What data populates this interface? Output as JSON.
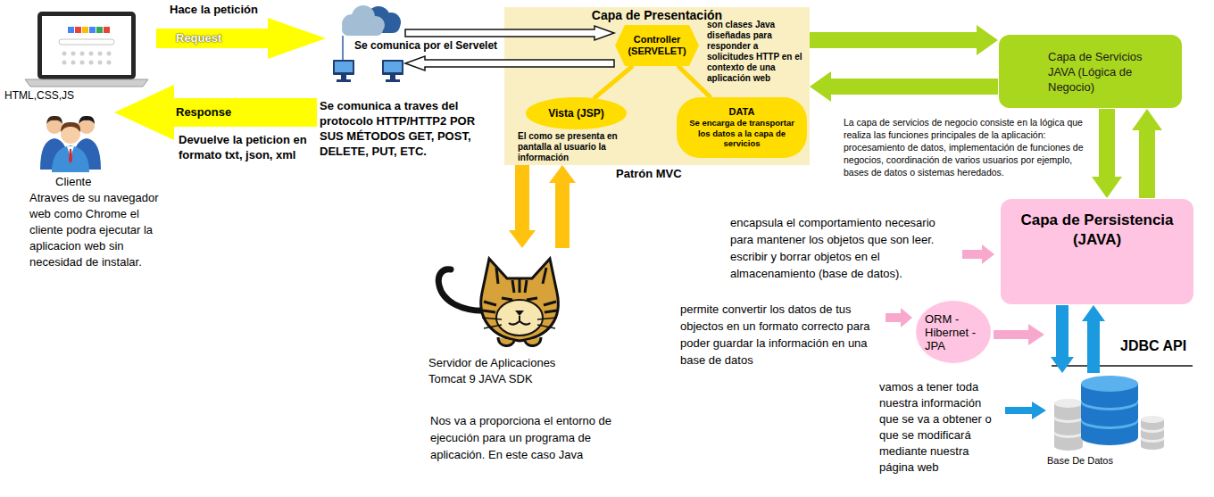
{
  "diagram": {
    "nodes": [
      {
        "text": [
          "Se comunica por el Servelet"
        ]
      },
      {
        "text": [
          "Capa de Presentación"
        ]
      },
      {
        "text": [
          "Controller (SERVELET)"
        ],
        "in": 1
      },
      {
        "text": [
          "Vista (JSP)"
        ],
        "in": 1
      },
      {
        "text": [
          "DATA",
          "Se encarga de transportar los datos a la capa de servicios"
        ],
        "in": 1
      },
      {
        "text": [
          "Capa de Servicios JAVA (Lógica de Negocio)"
        ]
      },
      {
        "text": [
          "Capa de Persistencia (JAVA)"
        ]
      },
      {
        "text": [
          "ORM -Hibernet -JPA"
        ]
      },
      {
        "text": [
          "Servidor de Aplicaciones Tomcat 9 JAVA SDK"
        ]
      },
      {
        "text": [
          "Base De Datos"
        ]
      }
    ],
    "edges": [
      {
        "from": 0,
        "to": 2,
        "arrow": "to"
      },
      {
        "from": 2,
        "to": 0,
        "arrow": "to"
      },
      {
        "from": 2,
        "to": 3,
        "arrow": "none"
      },
      {
        "from": 2,
        "to": 4,
        "arrow": "none"
      },
      {
        "from": 1,
        "to": 5,
        "arrow": "to"
      },
      {
        "from": 5,
        "to": 1,
        "arrow": "to"
      },
      {
        "from": 1,
        "to": 8,
        "arrow": "to"
      },
      {
        "from": 8,
        "to": 1,
        "arrow": "to"
      },
      {
        "from": 5,
        "to": 6,
        "arrow": "to"
      },
      {
        "from": 6,
        "to": 5,
        "arrow": "to"
      },
      {
        "from": 6,
        "to": 9,
        "arrow": "to"
      },
      {
        "from": 9,
        "to": 6,
        "arrow": "to"
      }
    ],
    "labels": [
      "Hace la petición",
      "Request",
      "HTML,CSS,JS",
      "Response",
      "Devuelve la peticion en formato txt, json, xml",
      "Cliente",
      "Atraves de su navegador web como Chrome el cliente podra ejecutar la aplicacion web sin necesidad de instalar.",
      "Se comunica a traves del protocolo HTTP/HTTP2 POR SUS MÉTODOS GET, POST, DELETE, PUT, ETC.",
      "son clases Java diseñadas para responder a solicitudes HTTP en el contexto de una aplicación web",
      "El como se presenta en pantalla al usuario la información",
      "Patrón MVC",
      "La capa de servicios de negocio consiste en la lógica que realiza las funciones principales de la aplicación: procesamiento de datos, implementación de funciones de negocios, coordinación de varios usuarios por ejemplo, bases de datos o sistemas heredados.",
      "encapsula el comportamiento necesario para mantener los objetos que son leer. escribir y borrar objetos en el almacenamiento (base de datos).",
      "permite convertir los datos de tus objectos en un formato correcto para poder guardar la información en una base de datos",
      "JDBC API",
      "vamos a tener toda nuestra información que se va a obtener o que se modificará mediante nuestra página web",
      "Nos va a proporciona el entorno de ejecución para un programa de aplicación. En este caso Java"
    ]
  }
}
